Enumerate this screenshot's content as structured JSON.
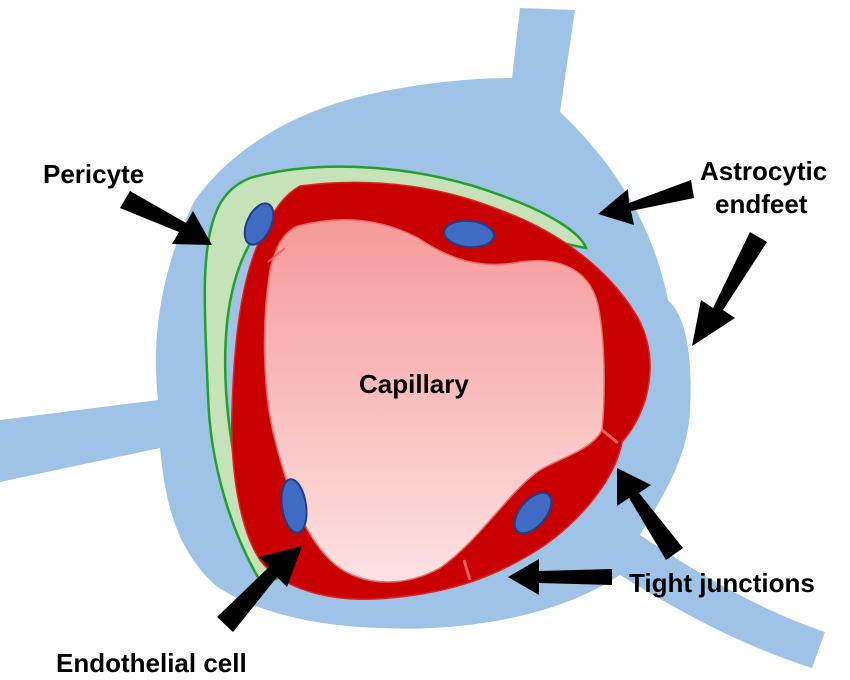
{
  "labels": {
    "pericyte": "Pericyte",
    "astrocytic_line1": "Astrocytic",
    "astrocytic_line2": "endfeet",
    "capillary": "Capillary",
    "tight_junctions": "Tight junctions",
    "endothelial_cell": "Endothelial cell"
  },
  "colors": {
    "astrocyte": "#9fc3e6",
    "pericyte_fill": "#c6e2b8",
    "pericyte_edge": "#22a02a",
    "endothelium": "#c80000",
    "lumen_top": "#f59a9a",
    "lumen_bottom": "#fde2e2",
    "nucleus": "#3f6cc2",
    "nucleus_edge": "#1f3e86",
    "arrow": "#000000"
  }
}
